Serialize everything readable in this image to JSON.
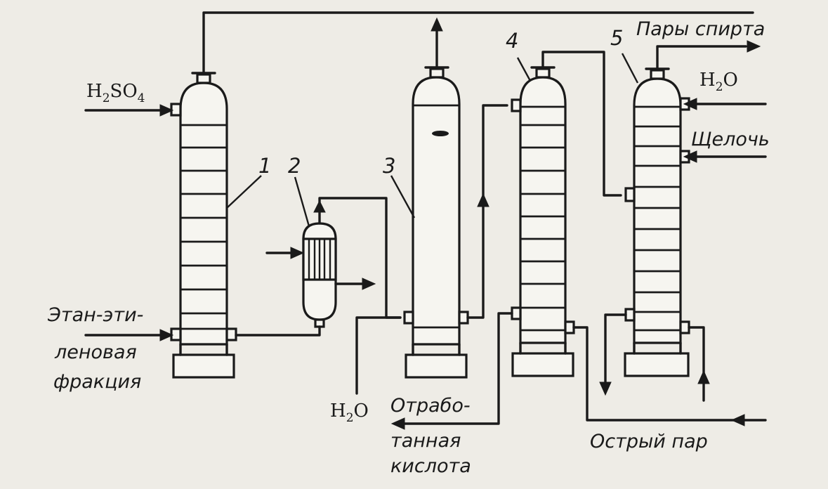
{
  "labels": {
    "h2so4_main": "H",
    "h2so4_sub1": "2",
    "h2so4_mid": "SO",
    "h2so4_sub2": "4",
    "feed_line1": "Этан-эти-",
    "feed_line2": "леновая",
    "feed_line3": "фракция",
    "water_left_main": "H",
    "water_left_sub": "2",
    "water_left_end": "O",
    "spent_line1": "Отрабо-",
    "spent_line2": "танная",
    "spent_line3": "кислота",
    "alcohol_vapors": "Пары спирта",
    "water_right_main": "H",
    "water_right_sub": "2",
    "water_right_end": "O",
    "alkali": "Щелочь",
    "live_steam": "Острый пар"
  },
  "numbers": {
    "n1": "1",
    "n2": "2",
    "n3": "3",
    "n4": "4",
    "n5": "5"
  }
}
